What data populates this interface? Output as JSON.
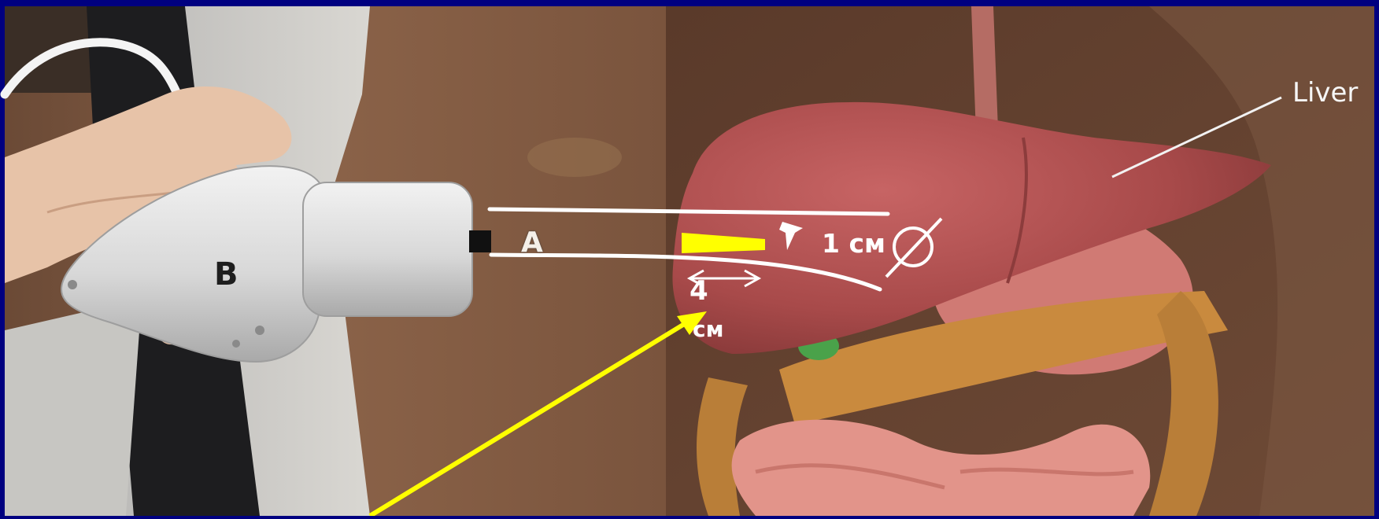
{
  "labels": {
    "probe": "B",
    "probe_tip": "A",
    "organ": "Liver",
    "depth": "1 см",
    "length_number": "4",
    "length_unit": "см"
  },
  "colors": {
    "background_frame": "#000080",
    "annotation_lines": "#ffffff",
    "focal_zone": "#ffff00",
    "pointer_arrow": "#ffff00",
    "liver": "#a84a4a",
    "abdomen_backdrop": "#5f3e2c"
  },
  "icons": {
    "diameter_symbol": "diameter-icon",
    "pointer": "arrow-icon"
  }
}
